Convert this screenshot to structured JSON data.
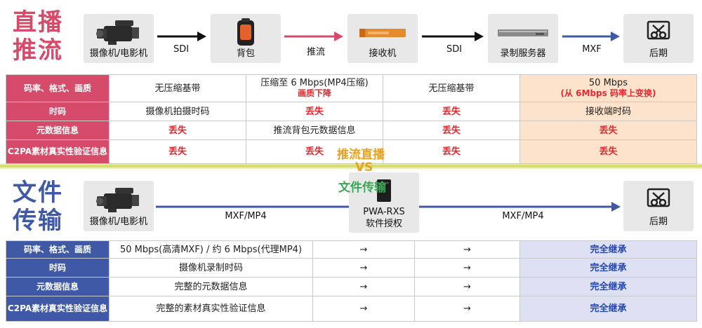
{
  "live": {
    "title_l1": "直播",
    "title_l2": "推流",
    "nodes": [
      "摄像机/电影机",
      "背包",
      "接收机",
      "录制服务器",
      "后期"
    ],
    "links": [
      "SDI",
      "推流",
      "SDI",
      "MXF"
    ],
    "rows": [
      {
        "head": "码率、格式、画质",
        "c1": "无压缩基带",
        "c2": "压缩至 6 Mbps(MP4压缩)",
        "c2b": "画质下降",
        "c3": "无压缩基带",
        "c4": "50 Mbps",
        "c4b": "(从 6Mbps 码率上变换)"
      },
      {
        "head": "时码",
        "c1": "摄像机拍摄时码",
        "c2": "丢失",
        "c3": "丢失",
        "c4": "接收端时码"
      },
      {
        "head": "元数据信息",
        "c1": "丢失",
        "c2": "推流背包元数据信息",
        "c3": "丢失",
        "c4": "丢失"
      },
      {
        "head": "C2PA素材真实性验证信息",
        "c1": "丢失",
        "c2": "丢失",
        "c3": "丢失",
        "c4": "丢失"
      }
    ]
  },
  "vs": {
    "a": "推流直播",
    "b": "VS",
    "c": "文件传输"
  },
  "file": {
    "title_l1": "文件",
    "title_l2": "传输",
    "nodes": [
      "摄像机/电影机",
      "PWA-RXS",
      "软件授权",
      "后期"
    ],
    "links": [
      "MXF/MP4",
      "MXF/MP4"
    ],
    "rows": [
      {
        "head": "码率、格式、画质",
        "c1": "50 Mbps(高清MXF) / 约 6 Mbps(代理MP4)",
        "c2": "→",
        "c3": "→",
        "c4": "完全继承"
      },
      {
        "head": "时码",
        "c1": "摄像机录制时码",
        "c2": "→",
        "c3": "→",
        "c4": "完全继承"
      },
      {
        "head": "元数据信息",
        "c1": "完整的元数据信息",
        "c2": "→",
        "c3": "→",
        "c4": "完全继承"
      },
      {
        "head": "C2PA素材真实性验证信息",
        "c1": "完整的素材真实性验证信息",
        "c2": "→",
        "c3": "→",
        "c4": "完全继承"
      }
    ]
  },
  "colors": {
    "live_accent": "#d64b6a",
    "file_accent": "#3f59a6",
    "lost": "#e8262e",
    "inherit": "#2447b3",
    "highlight_live": "#fde3cc",
    "highlight_file": "#dde1f3"
  }
}
